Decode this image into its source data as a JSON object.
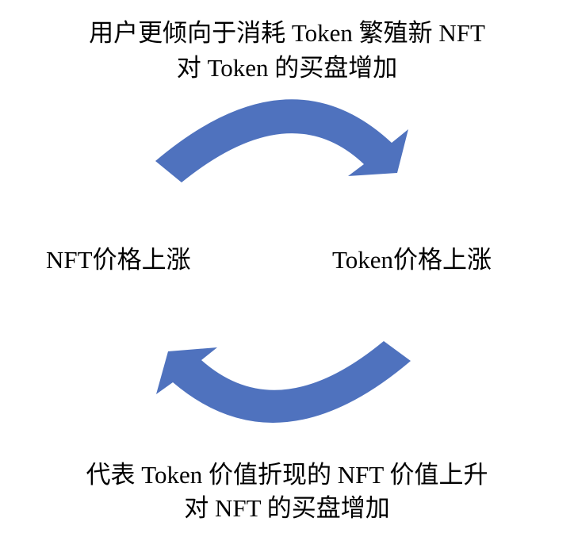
{
  "top_caption": {
    "line1": "用户更倾向于消耗 Token 繁殖新 NFT",
    "line2": "对 Token 的买盘增加"
  },
  "left_label": "NFT价格上涨",
  "right_label": "Token价格上涨",
  "bottom_caption": {
    "line1": "代表 Token 价值折现的 NFT 价值上升",
    "line2": "对 NFT 的买盘增加"
  },
  "colors": {
    "arrow": "#4F72BE",
    "text": "#000000"
  }
}
